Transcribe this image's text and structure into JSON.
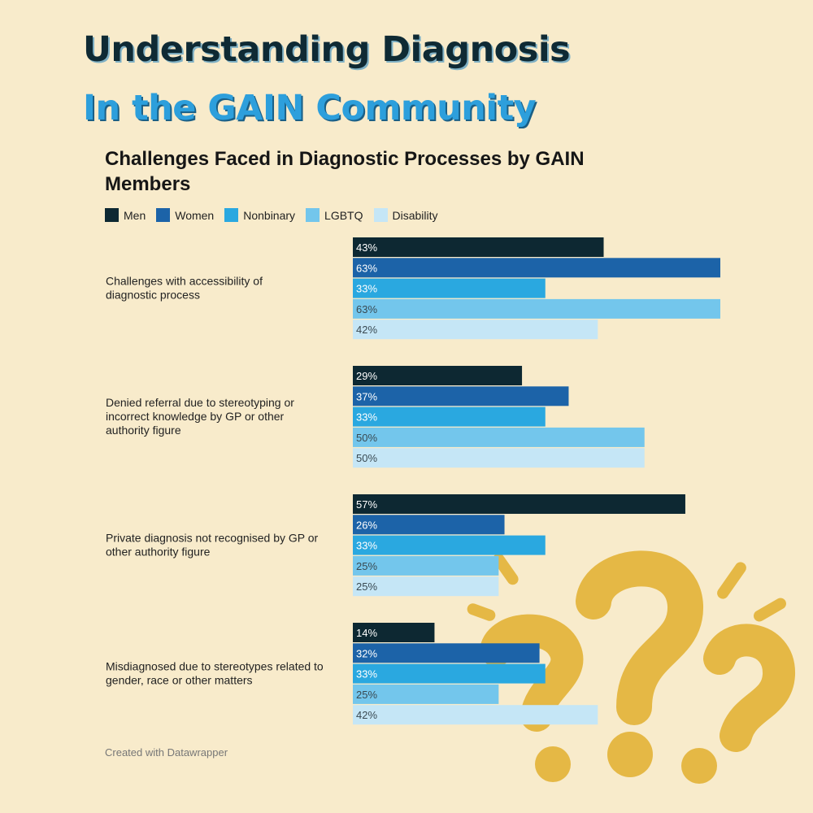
{
  "poster": {
    "title": "Understanding Diagnosis",
    "subtitle": "In the GAIN Community"
  },
  "footer": "Created with Datawrapper",
  "colors": {
    "background": "#f8ebcb",
    "Men": "#0d2832",
    "Women": "#1c63a8",
    "Nonbinary": "#2aa8e0",
    "LGBTQ": "#73c6ec",
    "Disability": "#c5e6f6",
    "decor": "#e5b845"
  },
  "chart_data": {
    "type": "bar",
    "orientation": "horizontal",
    "title": "Challenges Faced in Diagnostic Processes by GAIN Members",
    "legend_position": "top-left",
    "value_unit": "%",
    "xlim": [
      0,
      63
    ],
    "grid": false,
    "categories": [
      "Challenges with accessibility of diagnostic process",
      "Denied referral due to stereotyping or incorrect knowledge by GP or other authority figure",
      "Private diagnosis not recognised by GP or other authority figure",
      "Misdiagnosed due to stereotypes related to gender, race or other matters"
    ],
    "series": [
      {
        "name": "Men",
        "values": [
          43,
          29,
          57,
          14
        ]
      },
      {
        "name": "Women",
        "values": [
          63,
          37,
          26,
          32
        ]
      },
      {
        "name": "Nonbinary",
        "values": [
          33,
          33,
          33,
          33
        ]
      },
      {
        "name": "LGBTQ",
        "values": [
          63,
          50,
          25,
          25
        ]
      },
      {
        "name": "Disability",
        "values": [
          42,
          50,
          25,
          42
        ]
      }
    ]
  }
}
